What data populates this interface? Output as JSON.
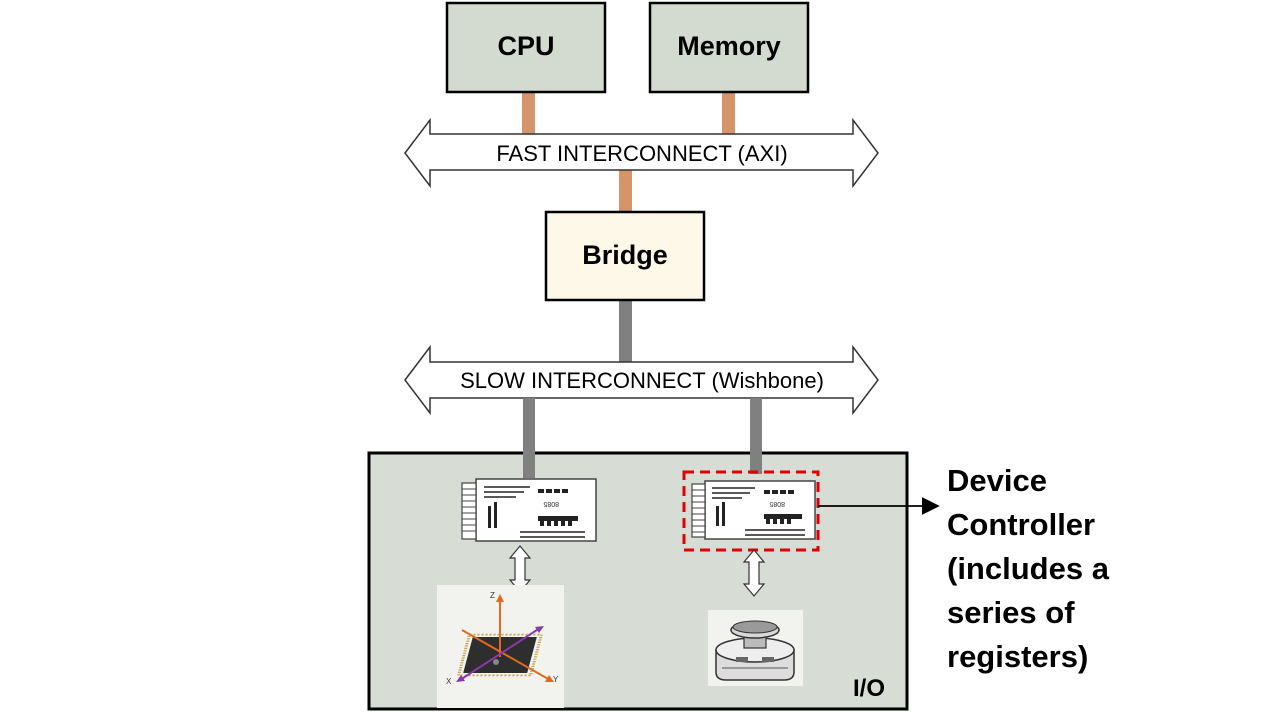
{
  "blocks": {
    "cpu": "CPU",
    "memory": "Memory",
    "bridge": "Bridge"
  },
  "buses": {
    "fast": "FAST INTERCONNECT (AXI)",
    "slow": "SLOW INTERCONNECT (Wishbone)"
  },
  "io_region": {
    "label": "I/O"
  },
  "annotation": {
    "lines": [
      "Device",
      "Controller",
      "(includes a",
      "series of",
      "registers)"
    ]
  },
  "sensor_axes": {
    "z": "Z",
    "x": "X",
    "y": "Y"
  },
  "chip_marking": "8085",
  "colors": {
    "block_fill": "#d3dbd1",
    "bridge_fill": "#fdf8e8",
    "fast_link": "#d4956a",
    "slow_link": "#808080",
    "io_fill": "#d7ddd4",
    "highlight": "#e00000"
  }
}
